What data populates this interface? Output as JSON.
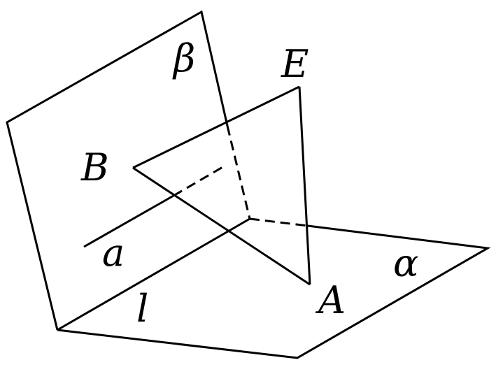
{
  "labels": {
    "beta": "β",
    "alpha": "α",
    "E": "E",
    "B": "B",
    "A": "A",
    "a": "a",
    "l": "l"
  }
}
